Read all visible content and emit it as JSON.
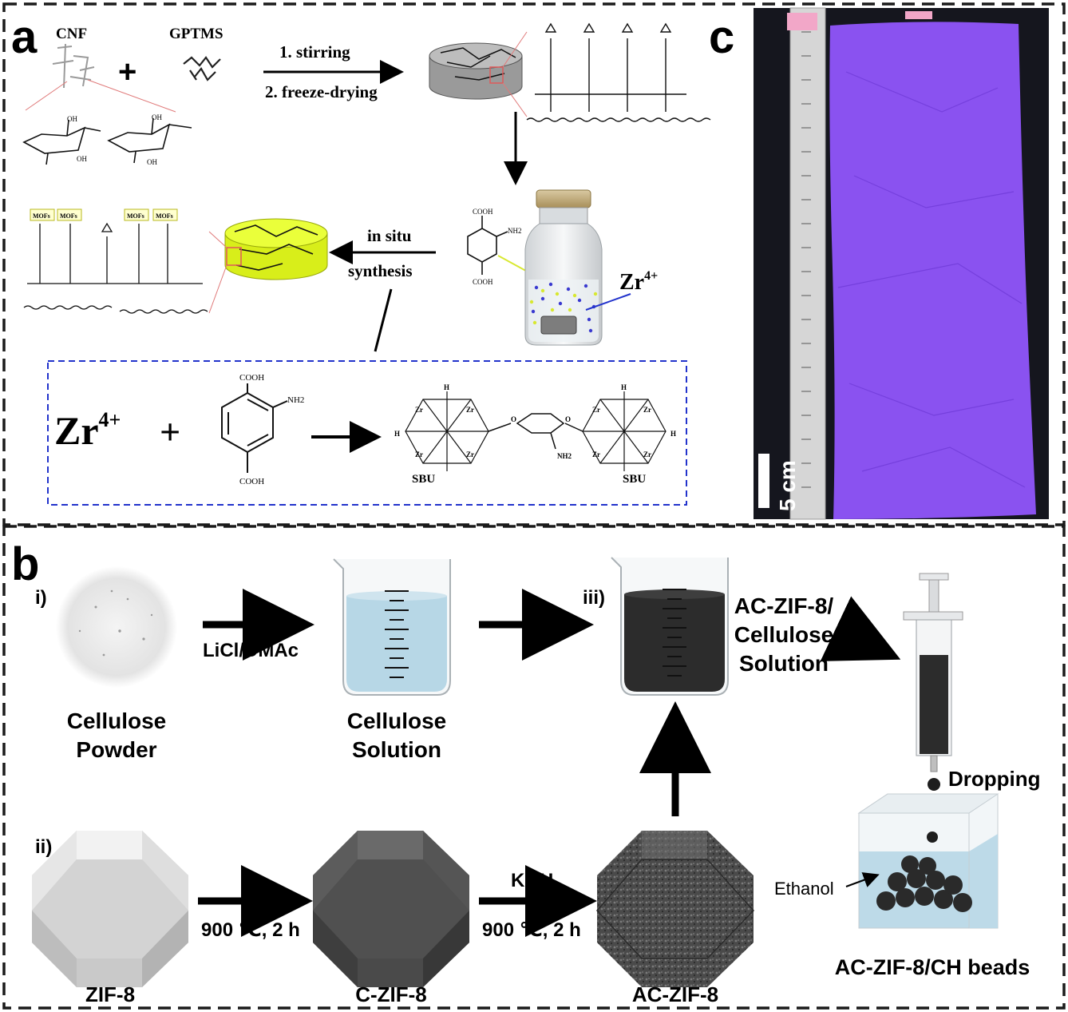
{
  "panel_a": {
    "letter": "a",
    "cnf_label": "CNF",
    "plus": "+",
    "gptms_label": "GPTMS",
    "step1": "1. stirring",
    "step2": "2. freeze-drying",
    "mof_tag": "MOFs",
    "insitu_line1": "in situ",
    "insitu_line2": "synthesis",
    "zr_label": "Zr",
    "zr_charge": "4+",
    "cooh": "COOH",
    "nh2": "NH2",
    "oh": "OH",
    "box_zr": "Zr",
    "box_zr_charge": "4+",
    "box_plus": "+",
    "sbu_left": "SBU",
    "sbu_right": "SBU",
    "zr_small": "Zr",
    "h_small": "H",
    "o_small": "O"
  },
  "panel_b": {
    "letter": "b",
    "row_i": "i)",
    "row_ii": "ii)",
    "row_iii": "iii)",
    "powder_line1": "Cellulose",
    "powder_line2": "Powder",
    "solvent": "LiCl/DMAc",
    "solution_line1": "Cellulose",
    "solution_line2": "Solution",
    "ac_sol_line1": "AC-ZIF-8/",
    "ac_sol_line2": "Cellulose",
    "ac_sol_line3": "Solution",
    "dropping": "Dropping",
    "ethanol": "Ethanol",
    "beads": "AC-ZIF-8/CH beads",
    "zif8": "ZIF-8",
    "czif8": "C-ZIF-8",
    "aczif8": "AC-ZIF-8",
    "cond1": "900 ℃, 2 h",
    "koh": "KOH",
    "cond2": "900 ℃, 2 h"
  },
  "panel_c": {
    "letter": "c",
    "scale": "5 cm",
    "colors": {
      "film": "#8a52f0",
      "background": "#15161e",
      "ruler": "#d6d6d6",
      "clip": "#f2a7c8"
    }
  },
  "colors": {
    "border": "#1a1a1a",
    "box_dash": "#2233cc",
    "highlight": "#e6ff1a",
    "liquid_blue": "#b7d7e6",
    "liquid_dark": "#2c2c2c"
  }
}
